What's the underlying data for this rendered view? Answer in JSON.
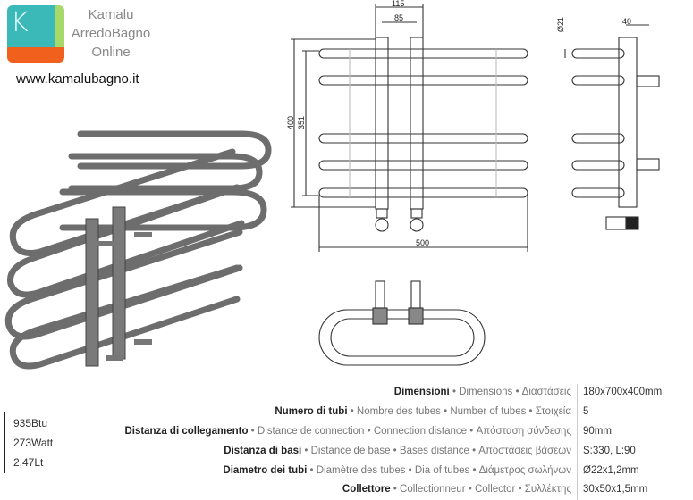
{
  "logo": {
    "letter": "K",
    "line1": "Kamalu",
    "line2": "ArredoBagno",
    "line3": "Online",
    "website": "www.kamalubagno.it",
    "colors": {
      "teal": "#3bb8b8",
      "green": "#a6d96a",
      "orange": "#f2601e"
    }
  },
  "drawing": {
    "front": {
      "width": "500",
      "height": "400",
      "inner_height": "351",
      "center_outer": "115",
      "center_inner": "85"
    },
    "side": {
      "depth": "40",
      "tube_diameter": "Ø21"
    }
  },
  "performance": [
    "935Btu",
    "273Watt",
    "2,47Lt"
  ],
  "specs": [
    {
      "label": "Dimensioni",
      "translations": " • Dimensions • Διαστάσεις",
      "value": "180x700x400mm"
    },
    {
      "label": "Numero di tubi",
      "translations": " • Nombre des tubes • Number of tubes • Στοιχεία",
      "value": "5"
    },
    {
      "label": "Distanza di collegamento",
      "translations": " • Distance de connection • Connection distance • Απόσταση σύνδεσης",
      "value": "90mm"
    },
    {
      "label": "Distanza di basi",
      "translations": " • Distance de base • Bases distance • Αποστάσεις βάσεων",
      "value": "S:330, L:90"
    },
    {
      "label": "Diametro dei tubi",
      "translations": " • Diamètre des tubes • Dia of tubes • Διάμετρος σωλήνων",
      "value": "Ø22x1,2mm"
    },
    {
      "label": "Collettore",
      "translations": " • Collectionneur • Collector • Συλλέκτης",
      "value": "30x50x1,5mm"
    }
  ]
}
